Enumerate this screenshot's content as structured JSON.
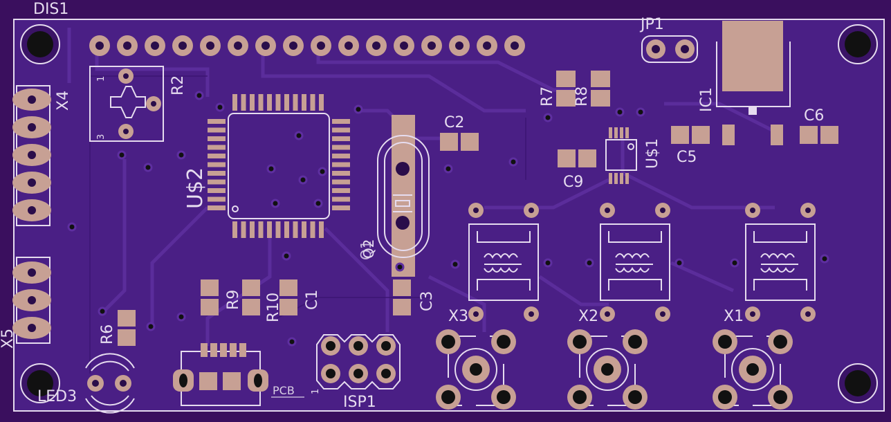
{
  "colors": {
    "board": "#4a1f85",
    "background": "#3a0f5e",
    "trace": "#5e2fa0",
    "silkscreen": "#e6dcef",
    "pad": "#c7a094",
    "hole": "#111111"
  },
  "designators": {
    "dis1": "DIS1",
    "jp1": "JP1",
    "ic1": "IC1",
    "r2": "R2",
    "r7": "R7",
    "r8": "R8",
    "x4": "X4",
    "us2": "U$2",
    "us1": "U$1",
    "c2": "C2",
    "c5": "C5",
    "c6": "C6",
    "c9": "C9",
    "q2": "Q2",
    "q1": "Q1",
    "c3": "C3",
    "r9": "R9",
    "r10": "R10",
    "c1": "C1",
    "r6": "R6",
    "x5": "X5",
    "led3": "LED3",
    "isp1": "ISP1",
    "x3": "X3",
    "x2": "X2",
    "x1": "X1"
  },
  "small_marks": {
    "r2_pin1": "1",
    "r2_pin3": "3",
    "pcb_text": "PCB",
    "isp_pin": "1"
  },
  "icons": [
    "mounting-hole-icon",
    "transformer-icon",
    "crystal-icon",
    "bnc-connector-icon"
  ]
}
